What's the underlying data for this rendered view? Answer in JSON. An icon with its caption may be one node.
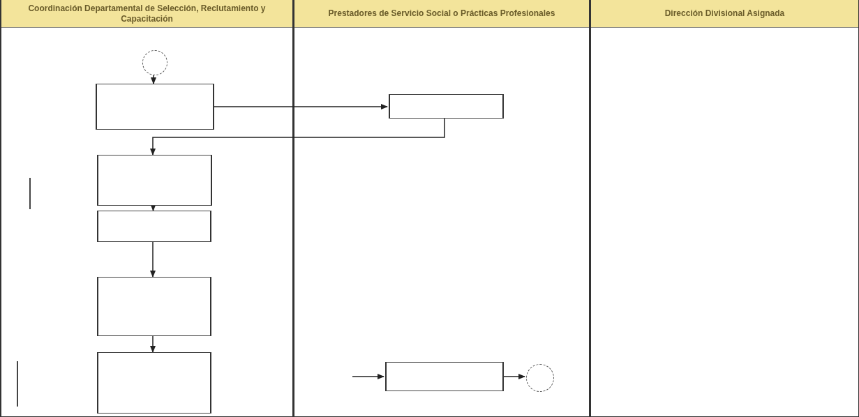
{
  "diagram": {
    "nodes": [
      {
        "text": [
          "Coordinación Departamental de Selección, Reclutamiento y Capacitación"
        ]
      },
      {
        "text": [
          "Prestadores de Servicio Social o Prácticas Profesionales"
        ]
      },
      {
        "text": [
          "Dirección Divisional Asignada"
        ]
      },
      {
        "text": [],
        "shape": "circle",
        "in": 0
      },
      {
        "text": [],
        "shape": "box",
        "in": 0
      },
      {
        "text": [],
        "shape": "box",
        "in": 0
      },
      {
        "text": [],
        "shape": "bracket",
        "in": 0
      },
      {
        "text": [],
        "shape": "box",
        "in": 0
      },
      {
        "text": [],
        "shape": "box",
        "in": 0
      },
      {
        "text": [],
        "shape": "box",
        "in": 0
      },
      {
        "text": [],
        "shape": "bracket",
        "in": 0
      },
      {
        "text": [],
        "shape": "box",
        "in": 1
      },
      {
        "text": [],
        "shape": "box",
        "in": 1
      },
      {
        "text": [],
        "shape": "circle",
        "in": 1
      }
    ],
    "edges": [
      {
        "from": 3,
        "to": 4,
        "arrow": "to"
      },
      {
        "from": 4,
        "to": 11,
        "arrow": "to"
      },
      {
        "from": 11,
        "to": 5,
        "arrow": "to"
      },
      {
        "from": 5,
        "to": 7,
        "arrow": "to"
      },
      {
        "from": 7,
        "to": 8,
        "arrow": "to"
      },
      {
        "from": 8,
        "to": 9,
        "arrow": "to"
      },
      {
        "from": null,
        "to": 12,
        "arrow": "to"
      },
      {
        "from": 12,
        "to": 13,
        "arrow": "to"
      }
    ]
  }
}
